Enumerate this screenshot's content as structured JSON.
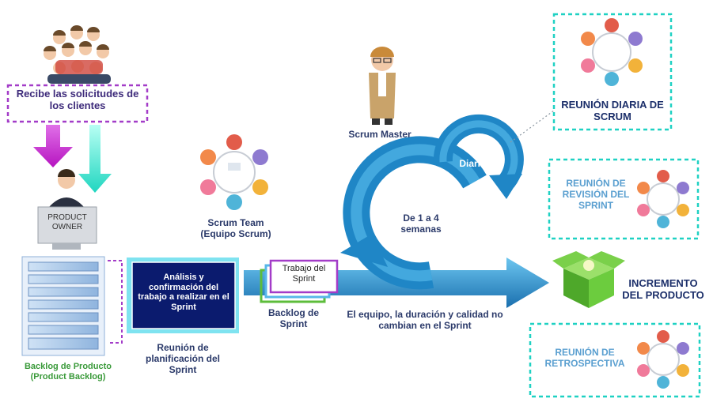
{
  "customers": {
    "label": "Recibe las solicitudes de los clientes"
  },
  "product_owner": {
    "line1": "PRODUCT",
    "line2": "OWNER"
  },
  "product_backlog": {
    "line1": "Backlog de Producto",
    "line2": "(Product Backlog)"
  },
  "planning": {
    "box_text": "Análisis y confirmación del trabajo a realizar en el Sprint",
    "caption": "Reunión de planificación del Sprint"
  },
  "scrum_team": {
    "line1": "Scrum Team",
    "line2": "(Equipo Scrum)"
  },
  "scrum_master": {
    "label": "Scrum Master"
  },
  "sprint_work": {
    "label": "Trabajo del Sprint"
  },
  "sprint_backlog": {
    "label": "Backlog de Sprint"
  },
  "cycle": {
    "daily": "Diaria",
    "weeks": "De 1 a 4 semanas"
  },
  "constraint_note": "El equipo, la duración y calidad no cambian en el Sprint",
  "daily_meeting": {
    "label": "REUNIÓN DIARIA DE SCRUM"
  },
  "sprint_review": {
    "label": "REUNIÓN DE REVISIÓN DEL SPRINT"
  },
  "increment": {
    "label": "INCREMENTO DEL PRODUCTO"
  },
  "retrospective": {
    "label": "REUNIÓN DE RETROSPECTIVA"
  },
  "colors": {
    "teal": "#1fd1c3",
    "purple": "#a33cc8",
    "magenta": "#c21fc8",
    "navy": "#0b1b6e",
    "arrow_blue": "#1b7fc0",
    "light_blue": "#57b7e8",
    "green": "#5dbd3b"
  }
}
